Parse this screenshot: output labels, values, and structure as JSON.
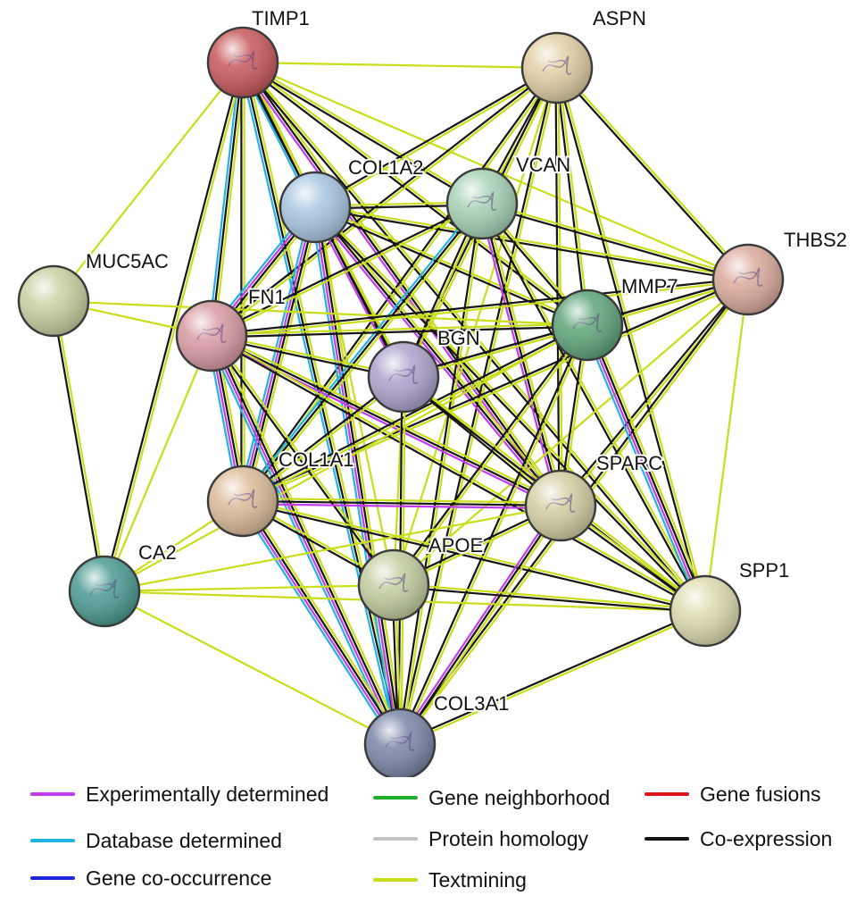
{
  "network": {
    "nodes": [
      {
        "id": "TIMP1",
        "label": "TIMP1",
        "color": "#c8585c",
        "has_structure": true
      },
      {
        "id": "ASPN",
        "label": "ASPN",
        "color": "#e2cfa4",
        "has_structure": true
      },
      {
        "id": "COL1A2",
        "label": "COL1A2",
        "color": "#a9c7e2",
        "has_structure": false
      },
      {
        "id": "VCAN",
        "label": "VCAN",
        "color": "#a7d2b5",
        "has_structure": true
      },
      {
        "id": "MUC5AC",
        "label": "MUC5AC",
        "color": "#c8d2a2",
        "has_structure": false
      },
      {
        "id": "THBS2",
        "label": "THBS2",
        "color": "#dcaa9c",
        "has_structure": true
      },
      {
        "id": "FN1",
        "label": "FN1",
        "color": "#d99aa2",
        "has_structure": true
      },
      {
        "id": "MMP7",
        "label": "MMP7",
        "color": "#5fa57a",
        "has_structure": true
      },
      {
        "id": "BGN",
        "label": "BGN",
        "color": "#aea3cd",
        "has_structure": true
      },
      {
        "id": "COL1A1",
        "label": "COL1A1",
        "color": "#dcbc9a",
        "has_structure": true
      },
      {
        "id": "SPARC",
        "label": "SPARC",
        "color": "#d4cfa4",
        "has_structure": true
      },
      {
        "id": "CA2",
        "label": "CA2",
        "color": "#4a9b92",
        "has_structure": true
      },
      {
        "id": "APOE",
        "label": "APOE",
        "color": "#c2cea0",
        "has_structure": true
      },
      {
        "id": "SPP1",
        "label": "SPP1",
        "color": "#dedcb0",
        "has_structure": false
      },
      {
        "id": "COL3A1",
        "label": "COL3A1",
        "color": "#7a86a8",
        "has_structure": true
      }
    ],
    "edges": [
      {
        "a": "TIMP1",
        "b": "ASPN",
        "types": [
          "textmining"
        ]
      },
      {
        "a": "TIMP1",
        "b": "COL1A2",
        "types": [
          "textmining",
          "coexpression",
          "database"
        ]
      },
      {
        "a": "TIMP1",
        "b": "VCAN",
        "types": [
          "textmining",
          "coexpression"
        ]
      },
      {
        "a": "TIMP1",
        "b": "MUC5AC",
        "types": [
          "textmining"
        ]
      },
      {
        "a": "TIMP1",
        "b": "THBS2",
        "types": [
          "textmining"
        ]
      },
      {
        "a": "TIMP1",
        "b": "FN1",
        "types": [
          "textmining",
          "coexpression",
          "database"
        ]
      },
      {
        "a": "TIMP1",
        "b": "MMP7",
        "types": [
          "textmining",
          "coexpression"
        ]
      },
      {
        "a": "TIMP1",
        "b": "BGN",
        "types": [
          "textmining",
          "coexpression"
        ]
      },
      {
        "a": "TIMP1",
        "b": "COL1A1",
        "types": [
          "textmining",
          "coexpression"
        ]
      },
      {
        "a": "TIMP1",
        "b": "SPARC",
        "types": [
          "textmining",
          "coexpression",
          "experimental"
        ]
      },
      {
        "a": "TIMP1",
        "b": "CA2",
        "types": [
          "textmining",
          "coexpression"
        ]
      },
      {
        "a": "TIMP1",
        "b": "SPP1",
        "types": [
          "textmining",
          "coexpression"
        ]
      },
      {
        "a": "TIMP1",
        "b": "COL3A1",
        "types": [
          "textmining",
          "coexpression",
          "database"
        ]
      },
      {
        "a": "ASPN",
        "b": "COL1A2",
        "types": [
          "textmining",
          "coexpression"
        ]
      },
      {
        "a": "ASPN",
        "b": "VCAN",
        "types": [
          "textmining",
          "coexpression"
        ]
      },
      {
        "a": "ASPN",
        "b": "THBS2",
        "types": [
          "textmining",
          "coexpression"
        ]
      },
      {
        "a": "ASPN",
        "b": "FN1",
        "types": [
          "textmining",
          "coexpression"
        ]
      },
      {
        "a": "ASPN",
        "b": "MMP7",
        "types": [
          "textmining",
          "coexpression"
        ]
      },
      {
        "a": "ASPN",
        "b": "BGN",
        "types": [
          "textmining",
          "coexpression"
        ]
      },
      {
        "a": "ASPN",
        "b": "COL1A1",
        "types": [
          "textmining",
          "coexpression"
        ]
      },
      {
        "a": "ASPN",
        "b": "SPARC",
        "types": [
          "textmining",
          "coexpression"
        ]
      },
      {
        "a": "ASPN",
        "b": "APOE",
        "types": [
          "textmining"
        ]
      },
      {
        "a": "ASPN",
        "b": "SPP1",
        "types": [
          "textmining",
          "coexpression"
        ]
      },
      {
        "a": "ASPN",
        "b": "COL3A1",
        "types": [
          "textmining",
          "coexpression"
        ]
      },
      {
        "a": "COL1A2",
        "b": "VCAN",
        "types": [
          "textmining",
          "coexpression"
        ]
      },
      {
        "a": "COL1A2",
        "b": "THBS2",
        "types": [
          "textmining",
          "coexpression"
        ]
      },
      {
        "a": "COL1A2",
        "b": "FN1",
        "types": [
          "textmining",
          "coexpression",
          "experimental",
          "database"
        ]
      },
      {
        "a": "COL1A2",
        "b": "MMP7",
        "types": [
          "textmining",
          "coexpression"
        ]
      },
      {
        "a": "COL1A2",
        "b": "BGN",
        "types": [
          "textmining",
          "coexpression",
          "experimental"
        ]
      },
      {
        "a": "COL1A2",
        "b": "COL1A1",
        "types": [
          "textmining",
          "coexpression",
          "experimental",
          "database"
        ]
      },
      {
        "a": "COL1A2",
        "b": "SPARC",
        "types": [
          "textmining",
          "coexpression",
          "experimental"
        ]
      },
      {
        "a": "COL1A2",
        "b": "APOE",
        "types": [
          "textmining"
        ]
      },
      {
        "a": "COL1A2",
        "b": "SPP1",
        "types": [
          "textmining",
          "coexpression"
        ]
      },
      {
        "a": "COL1A2",
        "b": "COL3A1",
        "types": [
          "textmining",
          "coexpression",
          "experimental",
          "database"
        ]
      },
      {
        "a": "VCAN",
        "b": "THBS2",
        "types": [
          "textmining",
          "coexpression"
        ]
      },
      {
        "a": "VCAN",
        "b": "FN1",
        "types": [
          "textmining",
          "coexpression"
        ]
      },
      {
        "a": "VCAN",
        "b": "MMP7",
        "types": [
          "textmining",
          "coexpression"
        ]
      },
      {
        "a": "VCAN",
        "b": "BGN",
        "types": [
          "textmining",
          "coexpression"
        ]
      },
      {
        "a": "VCAN",
        "b": "COL1A1",
        "types": [
          "textmining",
          "coexpression",
          "database"
        ]
      },
      {
        "a": "VCAN",
        "b": "SPARC",
        "types": [
          "textmining",
          "coexpression",
          "experimental"
        ]
      },
      {
        "a": "VCAN",
        "b": "SPP1",
        "types": [
          "textmining",
          "coexpression"
        ]
      },
      {
        "a": "VCAN",
        "b": "COL3A1",
        "types": [
          "textmining",
          "coexpression"
        ]
      },
      {
        "a": "MUC5AC",
        "b": "FN1",
        "types": [
          "textmining"
        ]
      },
      {
        "a": "MUC5AC",
        "b": "MMP7",
        "types": [
          "textmining"
        ]
      },
      {
        "a": "MUC5AC",
        "b": "CA2",
        "types": [
          "textmining",
          "coexpression"
        ]
      },
      {
        "a": "THBS2",
        "b": "FN1",
        "types": [
          "textmining",
          "coexpression"
        ]
      },
      {
        "a": "THBS2",
        "b": "MMP7",
        "types": [
          "textmining",
          "coexpression"
        ]
      },
      {
        "a": "THBS2",
        "b": "BGN",
        "types": [
          "textmining",
          "coexpression"
        ]
      },
      {
        "a": "THBS2",
        "b": "COL1A1",
        "types": [
          "textmining",
          "coexpression"
        ]
      },
      {
        "a": "THBS2",
        "b": "SPARC",
        "types": [
          "textmining",
          "coexpression"
        ]
      },
      {
        "a": "THBS2",
        "b": "APOE",
        "types": [
          "textmining"
        ]
      },
      {
        "a": "THBS2",
        "b": "SPP1",
        "types": [
          "textmining"
        ]
      },
      {
        "a": "THBS2",
        "b": "COL3A1",
        "types": [
          "textmining",
          "coexpression"
        ]
      },
      {
        "a": "FN1",
        "b": "MMP7",
        "types": [
          "textmining",
          "coexpression"
        ]
      },
      {
        "a": "FN1",
        "b": "BGN",
        "types": [
          "textmining",
          "coexpression"
        ]
      },
      {
        "a": "FN1",
        "b": "COL1A1",
        "types": [
          "textmining",
          "coexpression",
          "experimental",
          "database"
        ]
      },
      {
        "a": "FN1",
        "b": "SPARC",
        "types": [
          "textmining",
          "coexpression",
          "experimental"
        ]
      },
      {
        "a": "FN1",
        "b": "CA2",
        "types": [
          "textmining"
        ]
      },
      {
        "a": "FN1",
        "b": "APOE",
        "types": [
          "textmining",
          "coexpression"
        ]
      },
      {
        "a": "FN1",
        "b": "SPP1",
        "types": [
          "textmining",
          "coexpression"
        ]
      },
      {
        "a": "FN1",
        "b": "COL3A1",
        "types": [
          "textmining",
          "coexpression",
          "experimental",
          "database"
        ]
      },
      {
        "a": "MMP7",
        "b": "BGN",
        "types": [
          "textmining",
          "coexpression"
        ]
      },
      {
        "a": "MMP7",
        "b": "COL1A1",
        "types": [
          "textmining",
          "coexpression"
        ]
      },
      {
        "a": "MMP7",
        "b": "SPARC",
        "types": [
          "textmining",
          "coexpression"
        ]
      },
      {
        "a": "MMP7",
        "b": "CA2",
        "types": [
          "textmining"
        ]
      },
      {
        "a": "MMP7",
        "b": "APOE",
        "types": [
          "textmining",
          "coexpression"
        ]
      },
      {
        "a": "MMP7",
        "b": "SPP1",
        "types": [
          "textmining",
          "coexpression",
          "experimental",
          "database"
        ]
      },
      {
        "a": "MMP7",
        "b": "COL3A1",
        "types": [
          "textmining",
          "coexpression"
        ]
      },
      {
        "a": "BGN",
        "b": "COL1A1",
        "types": [
          "textmining",
          "coexpression"
        ]
      },
      {
        "a": "BGN",
        "b": "SPARC",
        "types": [
          "textmining",
          "coexpression"
        ]
      },
      {
        "a": "BGN",
        "b": "APOE",
        "types": [
          "textmining"
        ]
      },
      {
        "a": "BGN",
        "b": "SPP1",
        "types": [
          "textmining",
          "coexpression"
        ]
      },
      {
        "a": "BGN",
        "b": "COL3A1",
        "types": [
          "textmining",
          "coexpression"
        ]
      },
      {
        "a": "COL1A1",
        "b": "SPARC",
        "types": [
          "textmining",
          "coexpression",
          "experimental"
        ]
      },
      {
        "a": "COL1A1",
        "b": "CA2",
        "types": [
          "textmining"
        ]
      },
      {
        "a": "COL1A1",
        "b": "APOE",
        "types": [
          "textmining",
          "coexpression"
        ]
      },
      {
        "a": "COL1A1",
        "b": "SPP1",
        "types": [
          "textmining",
          "coexpression"
        ]
      },
      {
        "a": "COL1A1",
        "b": "COL3A1",
        "types": [
          "textmining",
          "coexpression",
          "experimental",
          "database"
        ]
      },
      {
        "a": "SPARC",
        "b": "CA2",
        "types": [
          "textmining"
        ]
      },
      {
        "a": "SPARC",
        "b": "APOE",
        "types": [
          "textmining",
          "coexpression"
        ]
      },
      {
        "a": "SPARC",
        "b": "SPP1",
        "types": [
          "textmining",
          "coexpression"
        ]
      },
      {
        "a": "SPARC",
        "b": "COL3A1",
        "types": [
          "textmining",
          "coexpression",
          "experimental"
        ]
      },
      {
        "a": "CA2",
        "b": "APOE",
        "types": [
          "textmining"
        ]
      },
      {
        "a": "CA2",
        "b": "SPP1",
        "types": [
          "textmining"
        ]
      },
      {
        "a": "CA2",
        "b": "COL3A1",
        "types": [
          "textmining"
        ]
      },
      {
        "a": "APOE",
        "b": "SPP1",
        "types": [
          "textmining",
          "coexpression"
        ]
      },
      {
        "a": "APOE",
        "b": "COL3A1",
        "types": [
          "textmining",
          "coexpression"
        ]
      },
      {
        "a": "SPP1",
        "b": "COL3A1",
        "types": [
          "textmining",
          "coexpression"
        ]
      }
    ]
  },
  "legend": {
    "items": [
      {
        "key": "experimental",
        "label": "Experimentally determined",
        "color": "#c23bf0"
      },
      {
        "key": "neighborhood",
        "label": "Gene neighborhood",
        "color": "#1fb02a"
      },
      {
        "key": "fusion",
        "label": "Gene fusions",
        "color": "#e0131b"
      },
      {
        "key": "database",
        "label": "Database determined",
        "color": "#21b2e6"
      },
      {
        "key": "homology",
        "label": "Protein homology",
        "color": "#c3c3c3"
      },
      {
        "key": "coexpression",
        "label": "Co-expression",
        "color": "#151515"
      },
      {
        "key": "cooccurrence",
        "label": "Gene co-occurrence",
        "color": "#1c26e0"
      },
      {
        "key": "textmining",
        "label": "Textmining",
        "color": "#c9dd1a"
      }
    ]
  }
}
